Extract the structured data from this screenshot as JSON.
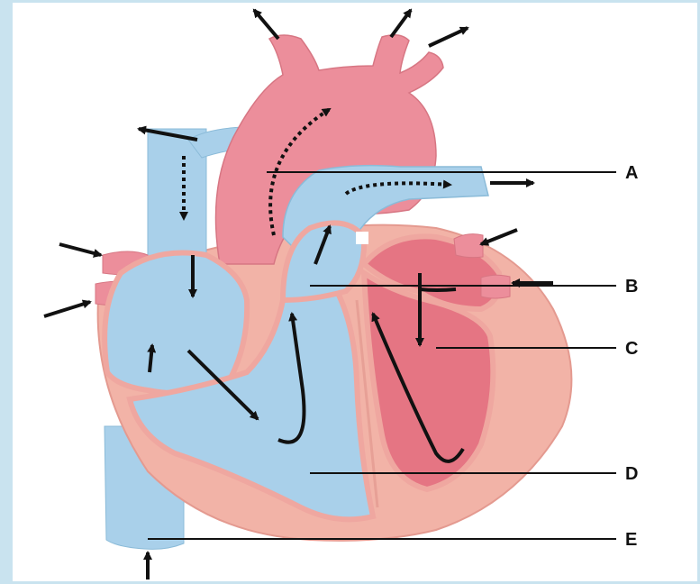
{
  "diagram": {
    "labels": [
      {
        "id": "A",
        "text": "A"
      },
      {
        "id": "B",
        "text": "B"
      },
      {
        "id": "C",
        "text": "C"
      },
      {
        "id": "D",
        "text": "D"
      },
      {
        "id": "E",
        "text": "E"
      }
    ],
    "colors": {
      "frame": "#c9e3ef",
      "deoxygenated_blue": "#a9d0ea",
      "oxygenated_red": "#ec8e9b",
      "muscle_pink": "#f2b3a7",
      "wall_pink": "#efa7a0",
      "arrow": "#111111"
    }
  }
}
